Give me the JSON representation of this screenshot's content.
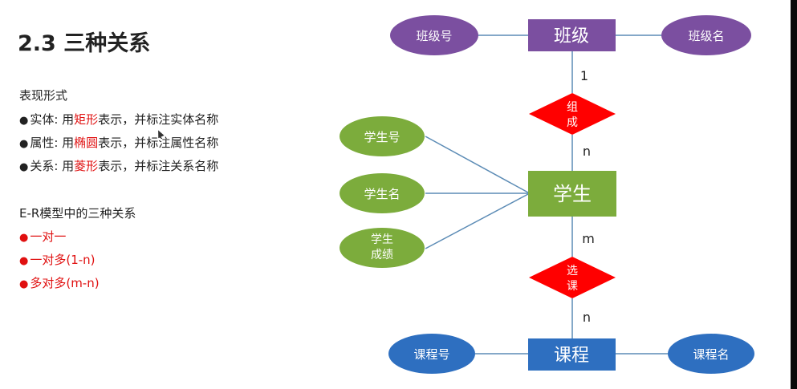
{
  "left_panel": {
    "title": "2.3 三种关系",
    "representation_heading": "表现形式",
    "items": [
      {
        "prefix": "实体: 用",
        "highlight": "矩形",
        "suffix": "表示，并标注实体名称"
      },
      {
        "prefix": "属性: 用",
        "highlight": "椭圆",
        "suffix": "表示，并标注属性名称"
      },
      {
        "prefix": "关系: 用",
        "highlight": "菱形",
        "suffix": "表示，并标注关系名称"
      }
    ],
    "bullet_symbol": "●",
    "er_heading": "E-R模型中的三种关系",
    "relations": [
      "一对一",
      "一对多(1-n)",
      "多对多(m-n)"
    ]
  },
  "diagram": {
    "entities": {
      "class": "班级",
      "student": "学生",
      "course": "课程"
    },
    "attributes": {
      "class_id": "班级号",
      "class_name": "班级名",
      "student_id": "学生号",
      "student_name": "学生名",
      "student_score_line1": "学生",
      "student_score_line2": "成绩",
      "course_id": "课程号",
      "course_name": "课程名"
    },
    "relationships": {
      "compose_line1": "组",
      "compose_line2": "成",
      "select_line1": "选",
      "select_line2": "课"
    },
    "cardinalities": {
      "class_side": "1",
      "student_side_compose": "n",
      "student_side_select": "m",
      "course_side": "n"
    },
    "colors": {
      "class_entity": "#7b4fa0",
      "class_attribute": "#7b4fa0",
      "student_entity": "#7cac3c",
      "student_attribute": "#7cac3c",
      "course_entity": "#2e6fc0",
      "course_attribute": "#2e6fc0",
      "relationship": "#ff0000",
      "connector": "#5b8bb5"
    }
  }
}
